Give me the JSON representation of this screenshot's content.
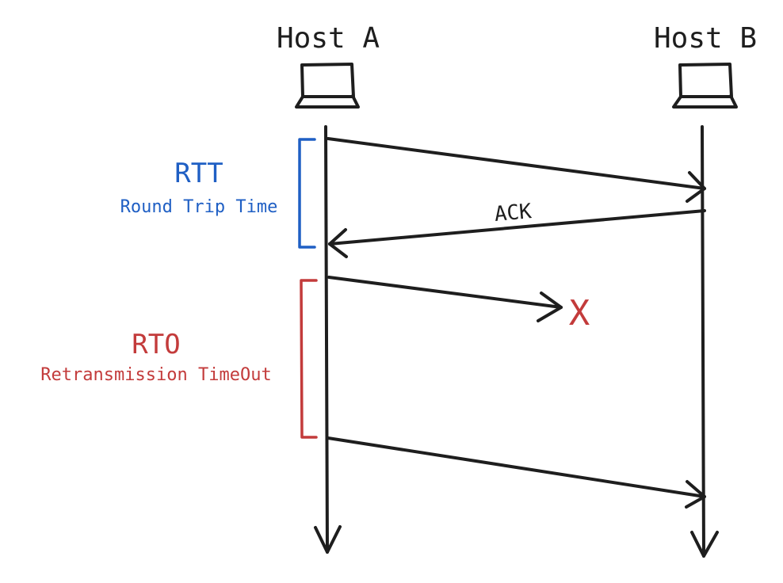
{
  "hosts": {
    "a": {
      "label": "Host A"
    },
    "b": {
      "label": "Host B"
    }
  },
  "messages": {
    "ack": {
      "label": "ACK"
    },
    "lost_marker": {
      "glyph": "X"
    }
  },
  "intervals": {
    "rtt": {
      "label": "RTT",
      "caption": "Round Trip Time",
      "color": "#1f5fc4"
    },
    "rto": {
      "label": "RTO",
      "caption": "Retransmission TimeOut",
      "color": "#c33b3b"
    }
  },
  "icons": {
    "host_a": "laptop-icon",
    "host_b": "laptop-icon",
    "lost": "x-mark-icon"
  }
}
